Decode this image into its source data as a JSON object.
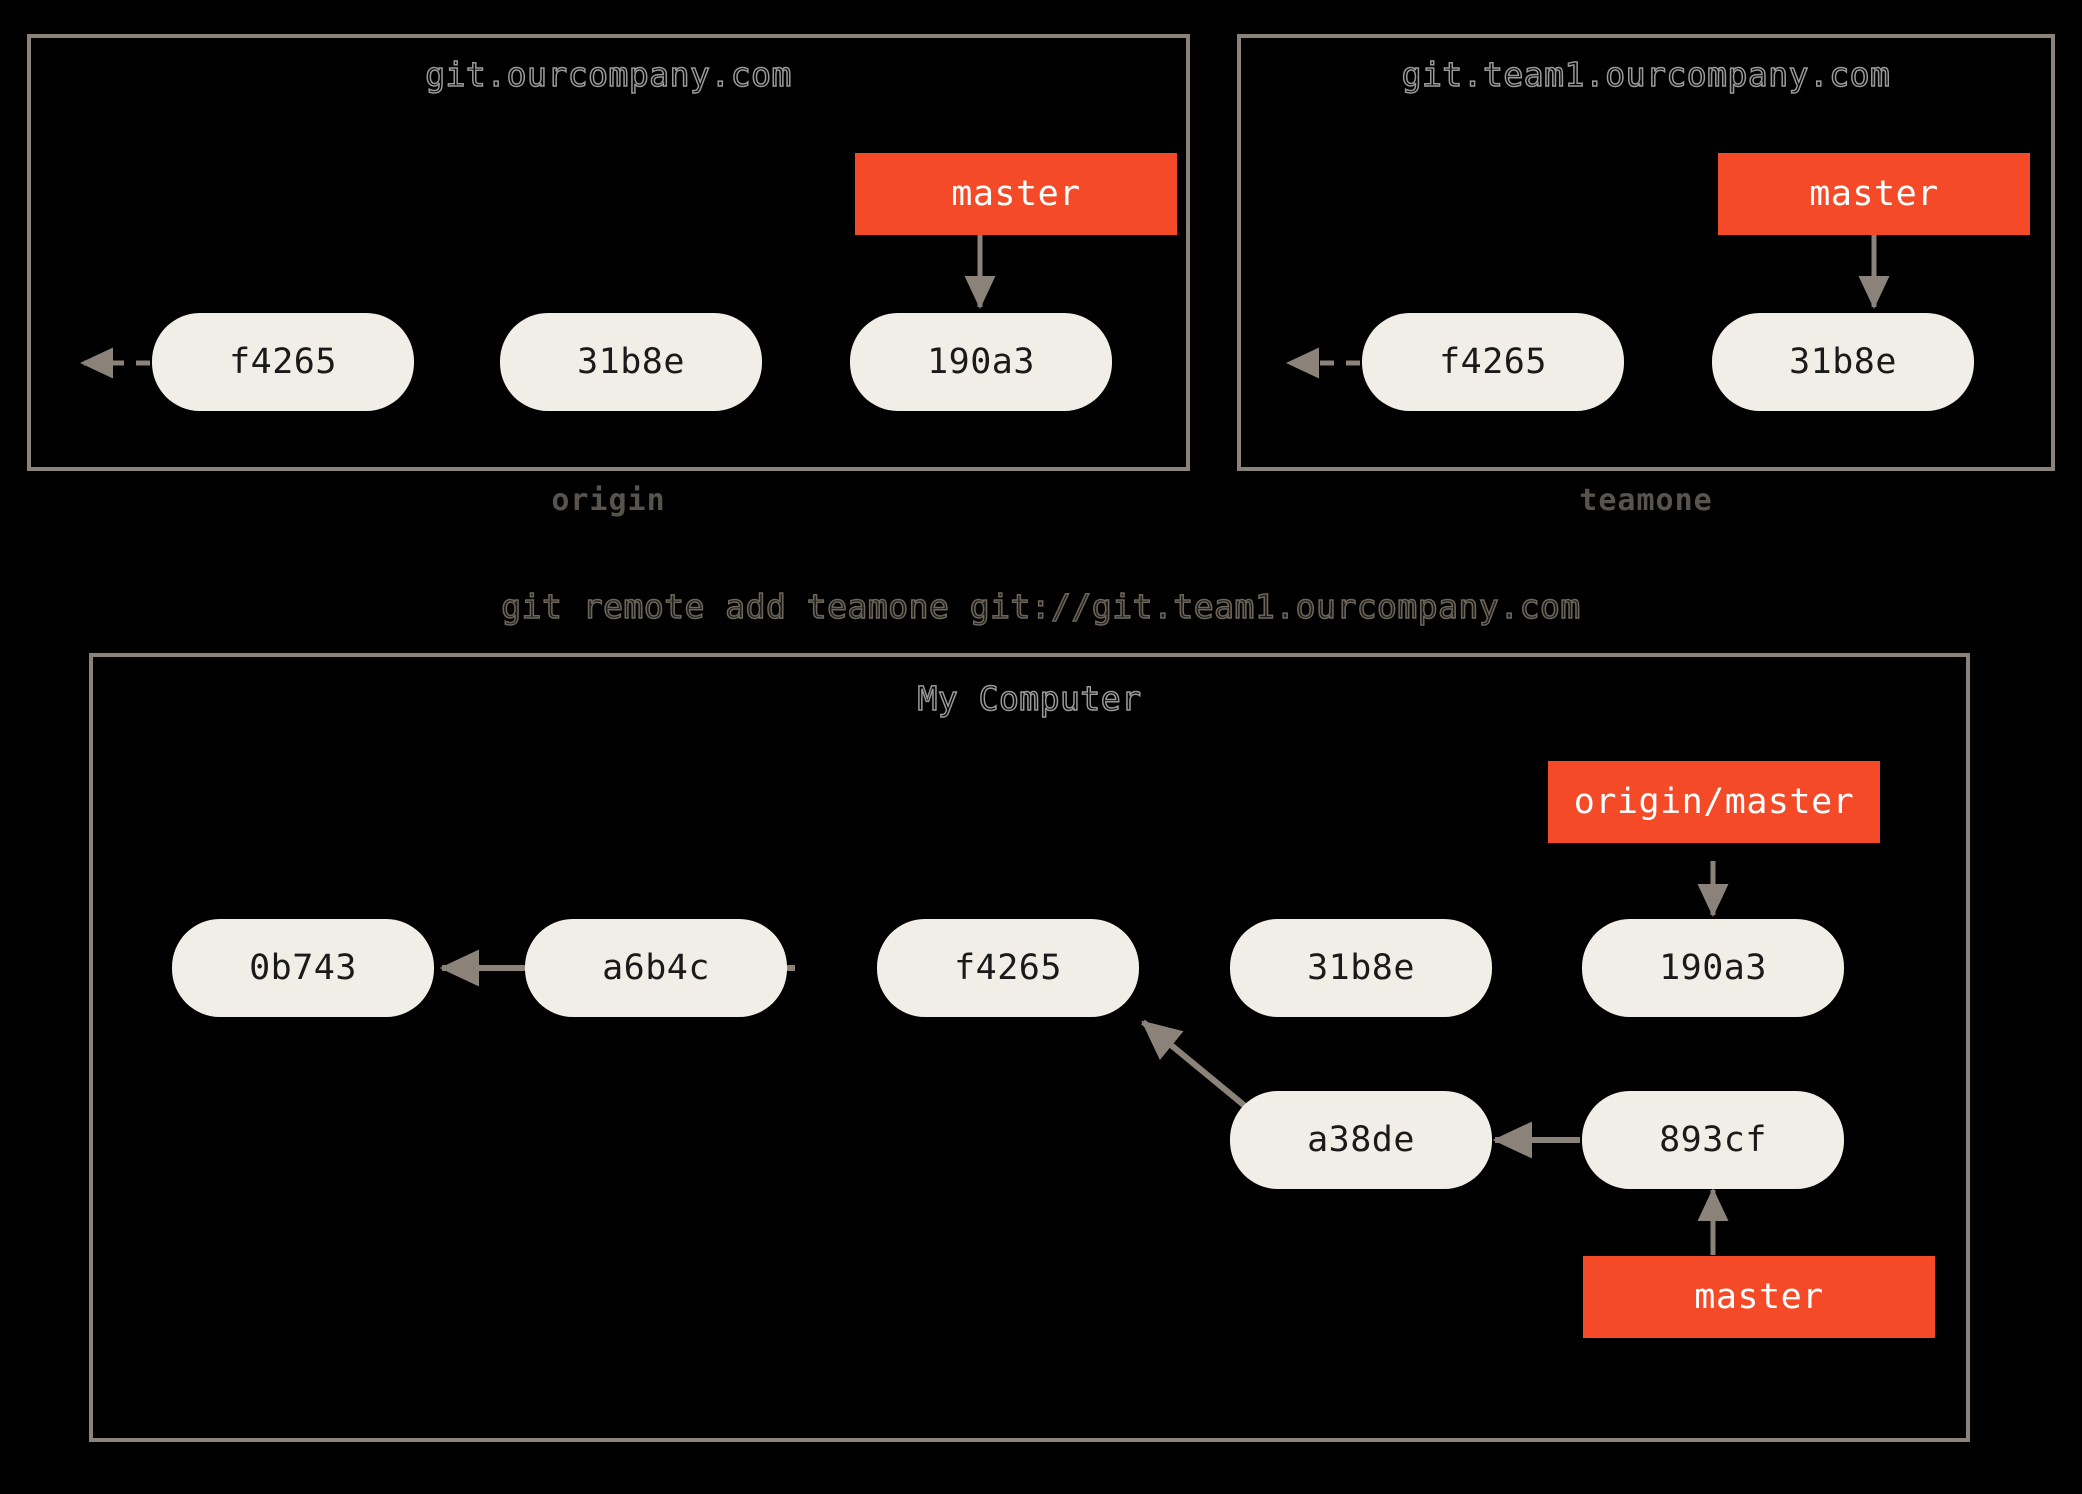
{
  "diagram": {
    "title_text": "git remote add teamone git://git.team1.ourcompany.com",
    "colors": {
      "background": "#000000",
      "node_fill": "#F0EEE6",
      "branch_fill": "#F44A28",
      "branch_text": "#FFFFFF",
      "arrow": "#8B8279",
      "panel_border": "#8B8279",
      "caption_text": "#58534C"
    }
  },
  "panels": [
    {
      "id": "origin",
      "title": "git.ourcompany.com",
      "caption": "origin",
      "commits": [
        "f4265",
        "31b8e",
        "190a3"
      ],
      "branch_label": "master",
      "branch_points_to": "190a3"
    },
    {
      "id": "teamone",
      "title": "git.team1.ourcompany.com",
      "caption": "teamone",
      "commits": [
        "f4265",
        "31b8e"
      ],
      "branch_label": "master",
      "branch_points_to": "31b8e"
    },
    {
      "id": "mycomputer",
      "title": "My Computer",
      "caption": "",
      "commits": [
        "0b743",
        "a6b4c",
        "f4265",
        "31b8e",
        "190a3",
        "a38de",
        "893cf"
      ],
      "branch_labels": [
        "origin/master",
        "master"
      ],
      "origin_master_points_to": "190a3",
      "master_points_to": "893cf"
    }
  ],
  "nodes": {
    "origin_f4265": "f4265",
    "origin_31b8e": "31b8e",
    "origin_190a3": "190a3",
    "origin_master": "master",
    "team_f4265": "f4265",
    "team_31b8e": "31b8e",
    "team_master": "master",
    "my_0b743": "0b743",
    "my_a6b4c": "a6b4c",
    "my_f4265": "f4265",
    "my_31b8e": "31b8e",
    "my_190a3": "190a3",
    "my_a38de": "a38de",
    "my_893cf": "893cf",
    "my_origin_master": "origin/master",
    "my_master": "master"
  },
  "captions": {
    "origin": "origin",
    "teamone": "teamone"
  },
  "titles": {
    "origin": "git.ourcompany.com",
    "teamone": "git.team1.ourcompany.com",
    "mycomputer": "My Computer"
  }
}
